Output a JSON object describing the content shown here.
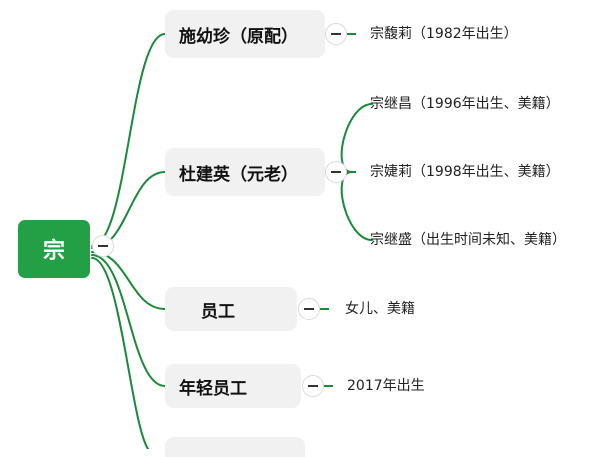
{
  "root": {
    "label": "宗"
  },
  "branches": [
    {
      "label": "施幼珍（原配）",
      "children": [
        "宗馥莉（1982年出生）"
      ]
    },
    {
      "label": "杜建英（元老）",
      "children": [
        "宗继昌（1996年出生、美籍）",
        "宗婕莉（1998年出生、美籍）",
        "宗继盛（出生时间未知、美籍）"
      ]
    },
    {
      "label": "员工",
      "children": [
        "女儿、美籍"
      ]
    },
    {
      "label": "年轻员工",
      "children": [
        "2017年出生"
      ]
    }
  ],
  "colors": {
    "edge": "#1a8a3a",
    "root_fill": "#23a046",
    "node_fill": "#f1f1f1"
  },
  "icons": {
    "collapse": "minus-circle-icon"
  }
}
